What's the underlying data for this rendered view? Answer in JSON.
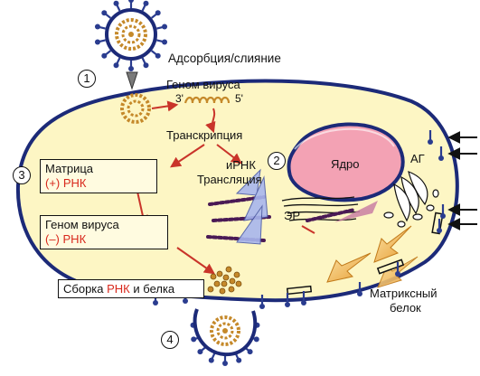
{
  "steps": {
    "step1_num": "1",
    "step1_label": "Адсорбция/слияние",
    "step2_num": "2",
    "step3_num": "3",
    "step4_num": "4"
  },
  "labels": {
    "genome_top": "Геном вируса",
    "end_3": "3'",
    "end_5": "5'",
    "transcription": "Транскрипция",
    "mrna": "иРНК",
    "translation": "Трансляция",
    "nucleus": "Ядро",
    "golgi": "АГ",
    "er": "ЭР",
    "matrix_protein_1": "Матриксный",
    "matrix_protein_2": "белок"
  },
  "boxes": {
    "template": {
      "line1": "Матрица",
      "line2_sign": "(+)",
      "line2_rna": "РНК"
    },
    "genome": {
      "line1": "Геном вируса",
      "line2_sign": "(–)",
      "line2_rna": "РНК"
    },
    "assembly": {
      "part1": "Сборка",
      "part2": "РНК",
      "part3": "и белка"
    }
  },
  "colors": {
    "cell_fill": "#fdf6c4",
    "membrane": "#1c2a78",
    "nucleus": "#f3a2b4",
    "rna": "#e09a2c",
    "arrow_red": "#c9342a",
    "arrow_gold": "#e8a33d",
    "spike": "#2a3c8f"
  }
}
